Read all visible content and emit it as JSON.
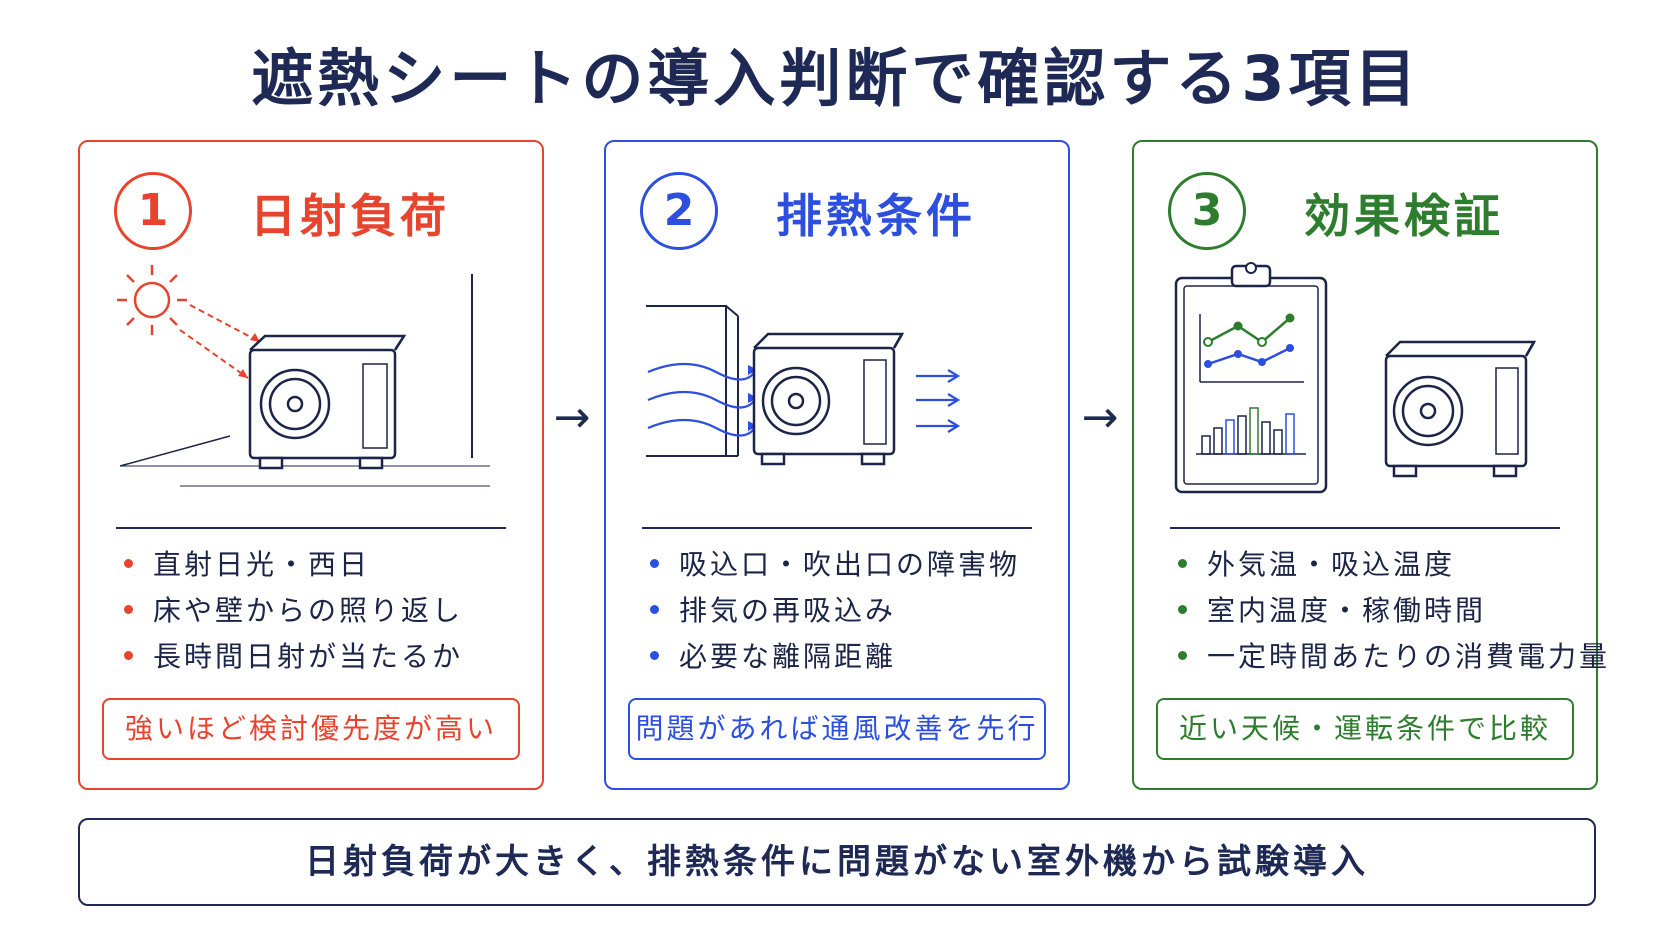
{
  "title": "遮熱シートの導入判断で確認する3項目",
  "cards": [
    {
      "number": "1",
      "heading": "日射負荷",
      "items": [
        "直射日光・西日",
        "床や壁からの照り返し",
        "長時間日射が当たるか"
      ],
      "note": "強いほど検討優先度が高い",
      "accent": "#e8442d",
      "illustration": "sun-on-outdoor-unit"
    },
    {
      "number": "2",
      "heading": "排熱条件",
      "items": [
        "吸込口・吹出口の障害物",
        "排気の再吸込み",
        "必要な離隔距離"
      ],
      "note": "問題があれば通風改善を先行",
      "accent": "#2c4fe0",
      "illustration": "airflow-around-outdoor-unit"
    },
    {
      "number": "3",
      "heading": "効果検証",
      "items": [
        "外気温・吸込温度",
        "室内温度・稼働時間",
        "一定時間あたりの消費電力量"
      ],
      "note": "近い天候・運転条件で比較",
      "accent": "#2e7d2e",
      "illustration": "clipboard-chart-and-outdoor-unit"
    }
  ],
  "arrows": [
    "→",
    "→"
  ],
  "conclusion": "日射負荷が大きく、排熱条件に問題がない室外機から試験導入"
}
